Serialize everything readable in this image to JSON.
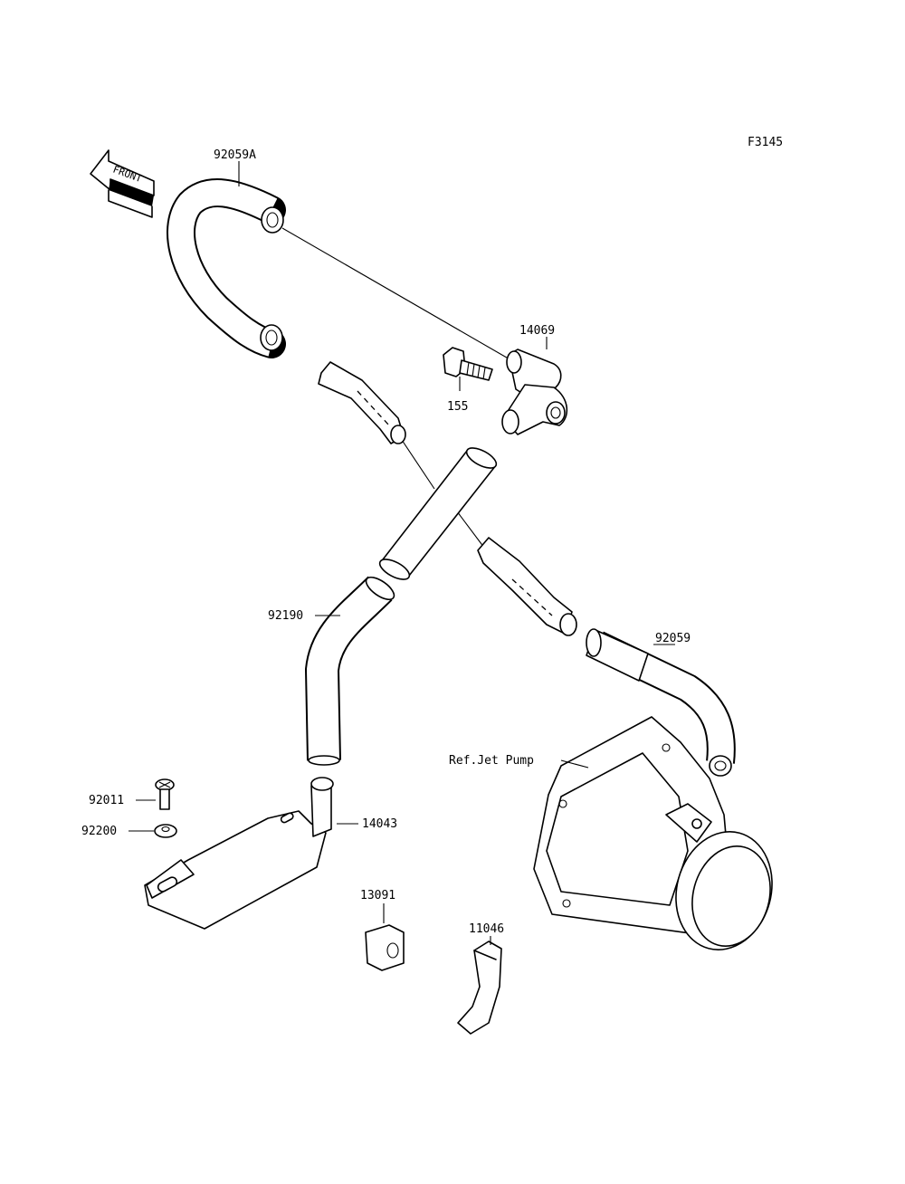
{
  "figure_code": "F3145",
  "front_label": "FRONT",
  "callouts": {
    "hose_upper": "92059A",
    "fitting": "14069",
    "bolt": "155",
    "hose_lower": "92190",
    "hose_right": "92059",
    "jet_pump_ref": "Ref.Jet Pump",
    "screw": "92011",
    "washer": "92200",
    "bracket": "14043",
    "grommet": "13091",
    "clamp": "11046"
  }
}
